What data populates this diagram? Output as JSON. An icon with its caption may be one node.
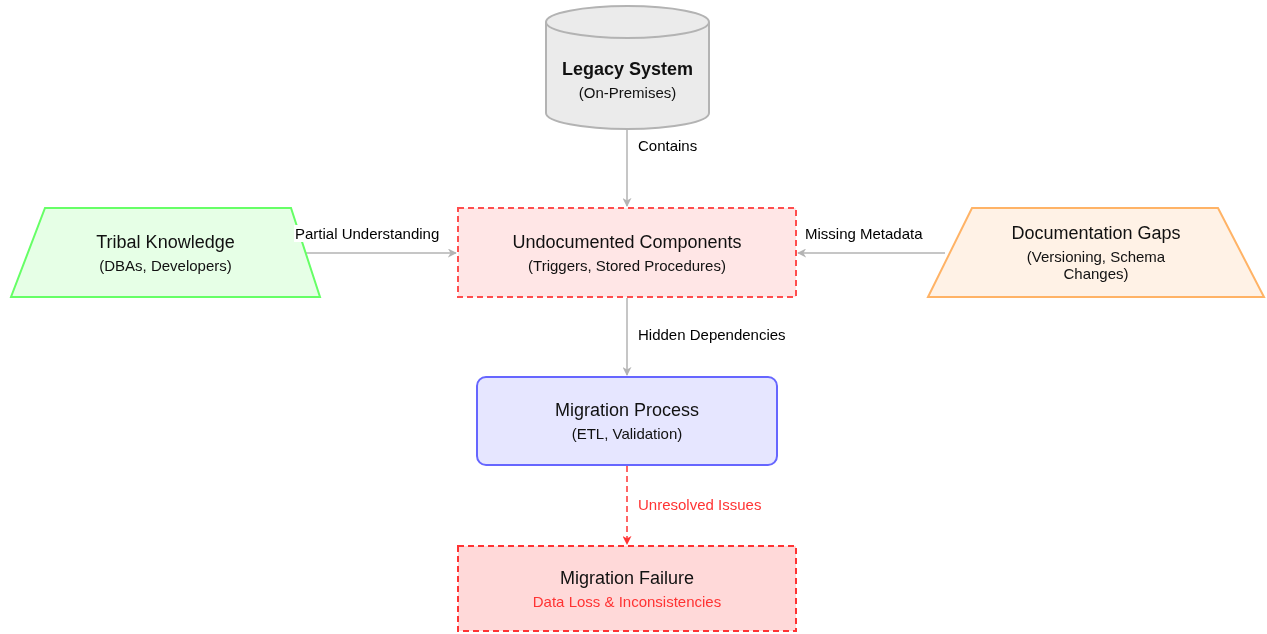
{
  "diagram": {
    "nodes": [
      {
        "text": [
          "Legacy System",
          "(On-Premises)"
        ]
      },
      {
        "text": [
          "Tribal Knowledge",
          "(DBAs, Developers)"
        ]
      },
      {
        "text": [
          "Undocumented Components",
          "(Triggers, Stored Procedures)"
        ]
      },
      {
        "text": [
          "Documentation Gaps",
          "(Versioning, Schema Changes)"
        ]
      },
      {
        "text": [
          "Migration Process",
          "(ETL, Validation)"
        ]
      },
      {
        "text": [
          "Migration Failure",
          "Data Loss & Inconsistencies"
        ]
      }
    ],
    "edges": [
      {
        "from": 0,
        "to": 2,
        "arrow": "to",
        "label": "Contains"
      },
      {
        "from": 1,
        "to": 2,
        "arrow": "to",
        "label": "Partial Understanding"
      },
      {
        "from": 3,
        "to": 2,
        "arrow": "to",
        "label": "Missing Metadata"
      },
      {
        "from": 2,
        "to": 4,
        "arrow": "to",
        "label": "Hidden Dependencies"
      },
      {
        "from": 4,
        "to": 5,
        "arrow": "to",
        "label": "Unresolved Issues",
        "style": "dashed",
        "color": "#ff3333"
      }
    ]
  }
}
